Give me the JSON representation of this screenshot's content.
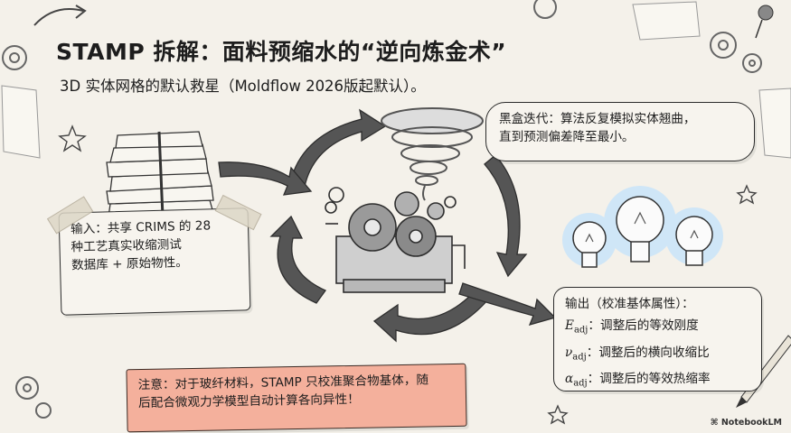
{
  "title": "STAMP 拆解：面料预缩水的“逆向炼金术”",
  "subtitle": "3D 实体网格的默认救星（Moldflow 2026版起默认）。",
  "input": {
    "line1": "输入：共享 CRIMS 的 28",
    "line2": "种工艺真实收缩测试",
    "line3": "数据库 + 原始物性。"
  },
  "blackbox": {
    "line1": "黑盒迭代：算法反复模拟实体翘曲，",
    "line2": "直到预测偏差降至最小。"
  },
  "output": {
    "heading": "输出（校准基体属性）：",
    "items": [
      {
        "symbol": "E",
        "sub": "adj",
        "desc": "：调整后的等效刚度"
      },
      {
        "symbol": "ν",
        "sub": "adj",
        "desc": "：调整后的横向收缩比"
      },
      {
        "symbol": "α",
        "sub": "adj",
        "desc": "：调整后的等效热缩率"
      }
    ]
  },
  "warning": {
    "line1": "注意：对于玻纤材料，STAMP 只校准聚合物基体，随",
    "line2": "后配合微观力学模型自动计算各向异性！"
  },
  "watermark": "NotebookLM",
  "colors": {
    "background": "#f4f1ea",
    "warning_fill": "#f4b09c",
    "bulb_glow": "#cfe6f7",
    "ink": "#1d1d1d"
  },
  "icons": [
    "paper-stack-icon",
    "tornado-icon",
    "gear-machine-icon",
    "lightbulb-icon",
    "gear-icon",
    "pushpin-icon",
    "pencil-icon",
    "star-icon"
  ]
}
